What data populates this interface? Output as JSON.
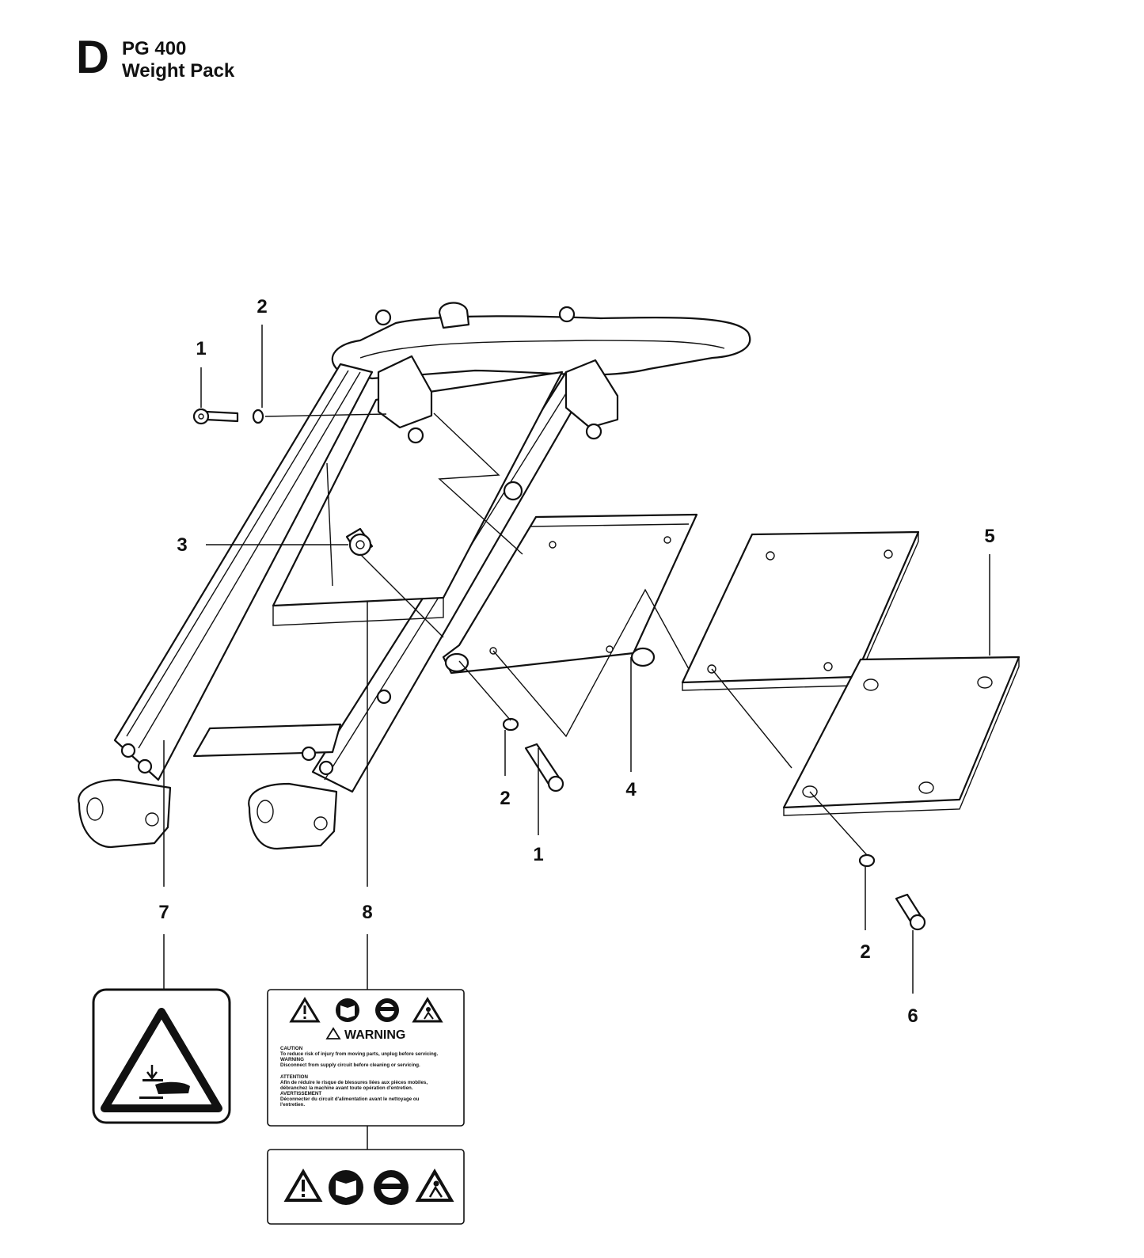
{
  "header": {
    "section_letter": "D",
    "model": "PG 400",
    "title": "Weight Pack"
  },
  "callouts": {
    "c1_top": "1",
    "c2_top": "2",
    "c3": "3",
    "c5": "5",
    "c2_mid": "2",
    "c1_mid": "1",
    "c4": "4",
    "c7": "7",
    "c8": "8",
    "c2_right": "2",
    "c6": "6"
  },
  "warning_label": {
    "heading": "WARNING",
    "lines": [
      "CAUTION",
      "To reduce risk of injury from moving parts, unplug before servicing.",
      "WARNING",
      "Disconnect from supply circuit before cleaning or servicing.",
      "ATTENTION",
      "Afin de réduire le risque de blessures liées aux pièces mobiles,",
      "débranchez la machine avant toute opération d'entretien.",
      "AVERTISSEMENT",
      "Déconnecter du circuit d'alimentation avant le nettoyage ou",
      "l'entretien."
    ]
  },
  "icons": {
    "label7": "pinch-hazard-icon",
    "label8_row": [
      "warning-triangle-icon",
      "read-manual-icon",
      "wear-protection-icon",
      "hazard-person-icon"
    ],
    "label_bottom_row": [
      "warning-triangle-icon",
      "read-manual-icon",
      "wear-protection-icon",
      "hazard-person-icon"
    ]
  }
}
